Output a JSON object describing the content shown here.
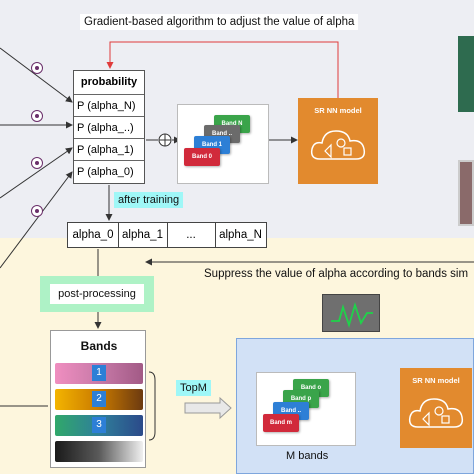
{
  "top_title": "Gradient-based algorithm to adjust the value of alpha",
  "probability": {
    "header": "probability",
    "rows": [
      "P (alpha_N)",
      "P (alpha_..)",
      "P (alpha_1)",
      "P (alpha_0)"
    ]
  },
  "stack_top": {
    "bands": [
      "Band N",
      "Band ..",
      "Band 1",
      "Band 0"
    ],
    "colors": [
      "#3aa44a",
      "#6b6b6b",
      "#2d7fd6",
      "#d12a3b"
    ]
  },
  "sr_model_label": "SR NN model",
  "after_training": "after training",
  "alpha_cells": [
    "alpha_0",
    "alpha_1",
    "...",
    "alpha_N"
  ],
  "suppress_text": "Suppress the value of alpha according to bands sim",
  "post_processing": "post-processing",
  "bands_panel": {
    "title": "Bands",
    "numbers": [
      "1",
      "2",
      "3"
    ]
  },
  "topm_label": "TopM",
  "stack_bottom": {
    "bands": [
      "Band o",
      "Band p",
      "Band ..",
      "Band m"
    ],
    "colors": [
      "#3aa44a",
      "#3aa44a",
      "#2d7fd6",
      "#d12a3b"
    ]
  },
  "m_bands_label": "M bands"
}
